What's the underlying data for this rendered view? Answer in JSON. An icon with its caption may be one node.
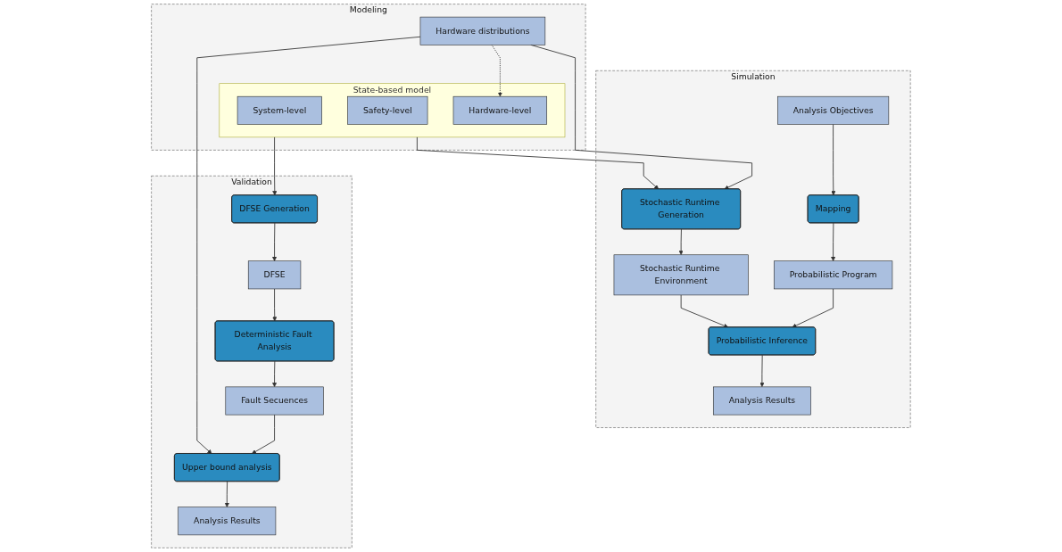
{
  "diagram": {
    "nodes": [
      {
        "text": [
          "Simulation"
        ]
      },
      {
        "text": [
          "Analysis Objectives"
        ],
        "in": 0
      },
      {
        "text": [
          "Mapping"
        ],
        "in": 0
      },
      {
        "text": [
          "Probabilistic Program"
        ],
        "in": 0
      },
      {
        "text": [
          "Stochastic Runtime Generation"
        ],
        "in": 0
      },
      {
        "text": [
          "Stochastic Runtime Environment"
        ],
        "in": 0
      },
      {
        "text": [
          "Probabilistic Inference"
        ],
        "in": 0
      },
      {
        "text": [
          "Analysis Results"
        ],
        "in": 0
      },
      {
        "text": [
          "Modeling"
        ]
      },
      {
        "text": [
          "State-based model"
        ],
        "in": 8
      },
      {
        "text": [
          "System-level"
        ],
        "in": 9
      },
      {
        "text": [
          "Safety-level"
        ],
        "in": 9
      },
      {
        "text": [
          "Hardware-level"
        ],
        "in": 9
      },
      {
        "text": [
          "Hardware distributions"
        ],
        "in": 8
      },
      {
        "text": [
          "Validation"
        ]
      },
      {
        "text": [
          "DFSE Generation"
        ],
        "in": 14
      },
      {
        "text": [
          "DFSE"
        ],
        "in": 14
      },
      {
        "text": [
          "Deterministic Fault Analysis"
        ],
        "in": 14
      },
      {
        "text": [
          "Fault Secuences"
        ],
        "in": 14
      },
      {
        "text": [
          "Upper bound analysis"
        ],
        "in": 14
      },
      {
        "text": [
          "Analysis Results"
        ],
        "in": 14
      }
    ],
    "edges": [
      {
        "from": 1,
        "to": 2,
        "arrow": "to"
      },
      {
        "from": 2,
        "to": 3,
        "arrow": "to"
      },
      {
        "from": 3,
        "to": 6,
        "arrow": "to"
      },
      {
        "from": 4,
        "to": 5,
        "arrow": "to"
      },
      {
        "from": 5,
        "to": 6,
        "arrow": "to"
      },
      {
        "from": 6,
        "to": 7,
        "arrow": "to"
      },
      {
        "from": 9,
        "to": 4,
        "arrow": "to"
      },
      {
        "from": 13,
        "to": 4,
        "arrow": "to"
      },
      {
        "from": 13,
        "to": 12,
        "arrow": "to",
        "style": "dashed"
      },
      {
        "from": 9,
        "to": 15,
        "arrow": "to"
      },
      {
        "from": 15,
        "to": 16,
        "arrow": "to"
      },
      {
        "from": 16,
        "to": 17,
        "arrow": "to"
      },
      {
        "from": 17,
        "to": 18,
        "arrow": "to"
      },
      {
        "from": 18,
        "to": 19,
        "arrow": "to"
      },
      {
        "from": 13,
        "to": 19,
        "arrow": "to"
      },
      {
        "from": 19,
        "to": 20,
        "arrow": "to"
      }
    ]
  }
}
